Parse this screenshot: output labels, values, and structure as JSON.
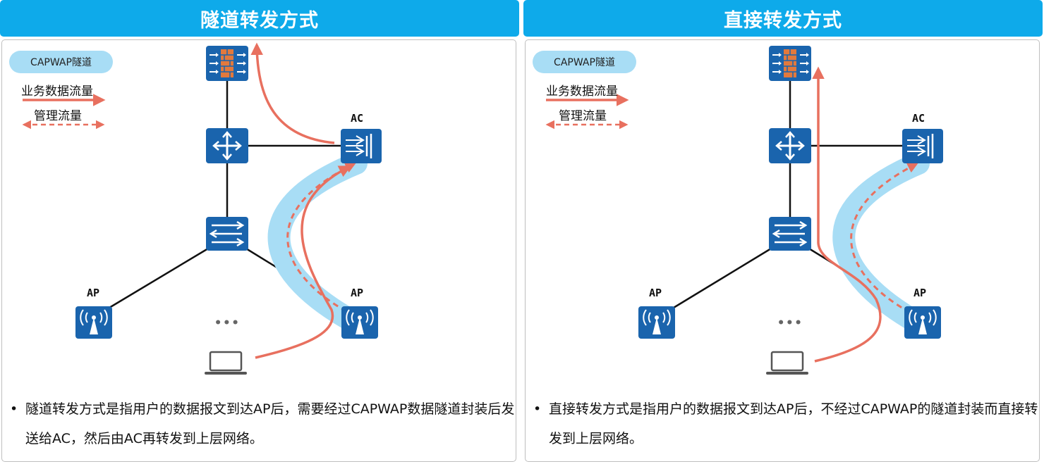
{
  "left": {
    "title": "隧道转发方式",
    "legend": {
      "tunnel": "CAPWAP隧道",
      "data_flow": "业务数据流量",
      "mgmt_flow": "管理流量"
    },
    "labels": {
      "ac": "AC",
      "ap_left": "AP",
      "ap_right": "AP"
    },
    "ellipsis": "•••",
    "bullet": "•",
    "description": "隧道转发方式是指用户的数据报文到达AP后，需要经过CAPWAP数据隧道封装后发送给AC，然后由AC再转发到上层网络。"
  },
  "right": {
    "title": "直接转发方式",
    "legend": {
      "tunnel": "CAPWAP隧道",
      "data_flow": "业务数据流量",
      "mgmt_flow": "管理流量"
    },
    "labels": {
      "ac": "AC",
      "ap_left": "AP",
      "ap_right": "AP"
    },
    "ellipsis": "•••",
    "bullet": "•",
    "description": "直接转发方式是指用户的数据报文到达AP后，不经过CAPWAP的隧道封装而直接转发到上层网络。"
  },
  "colors": {
    "header": "#0eaaea",
    "device": "#1a64ad",
    "firewall_brick": "#e2793d",
    "data_arrow": "#e8705f",
    "tunnel": "#a8ddf5"
  }
}
